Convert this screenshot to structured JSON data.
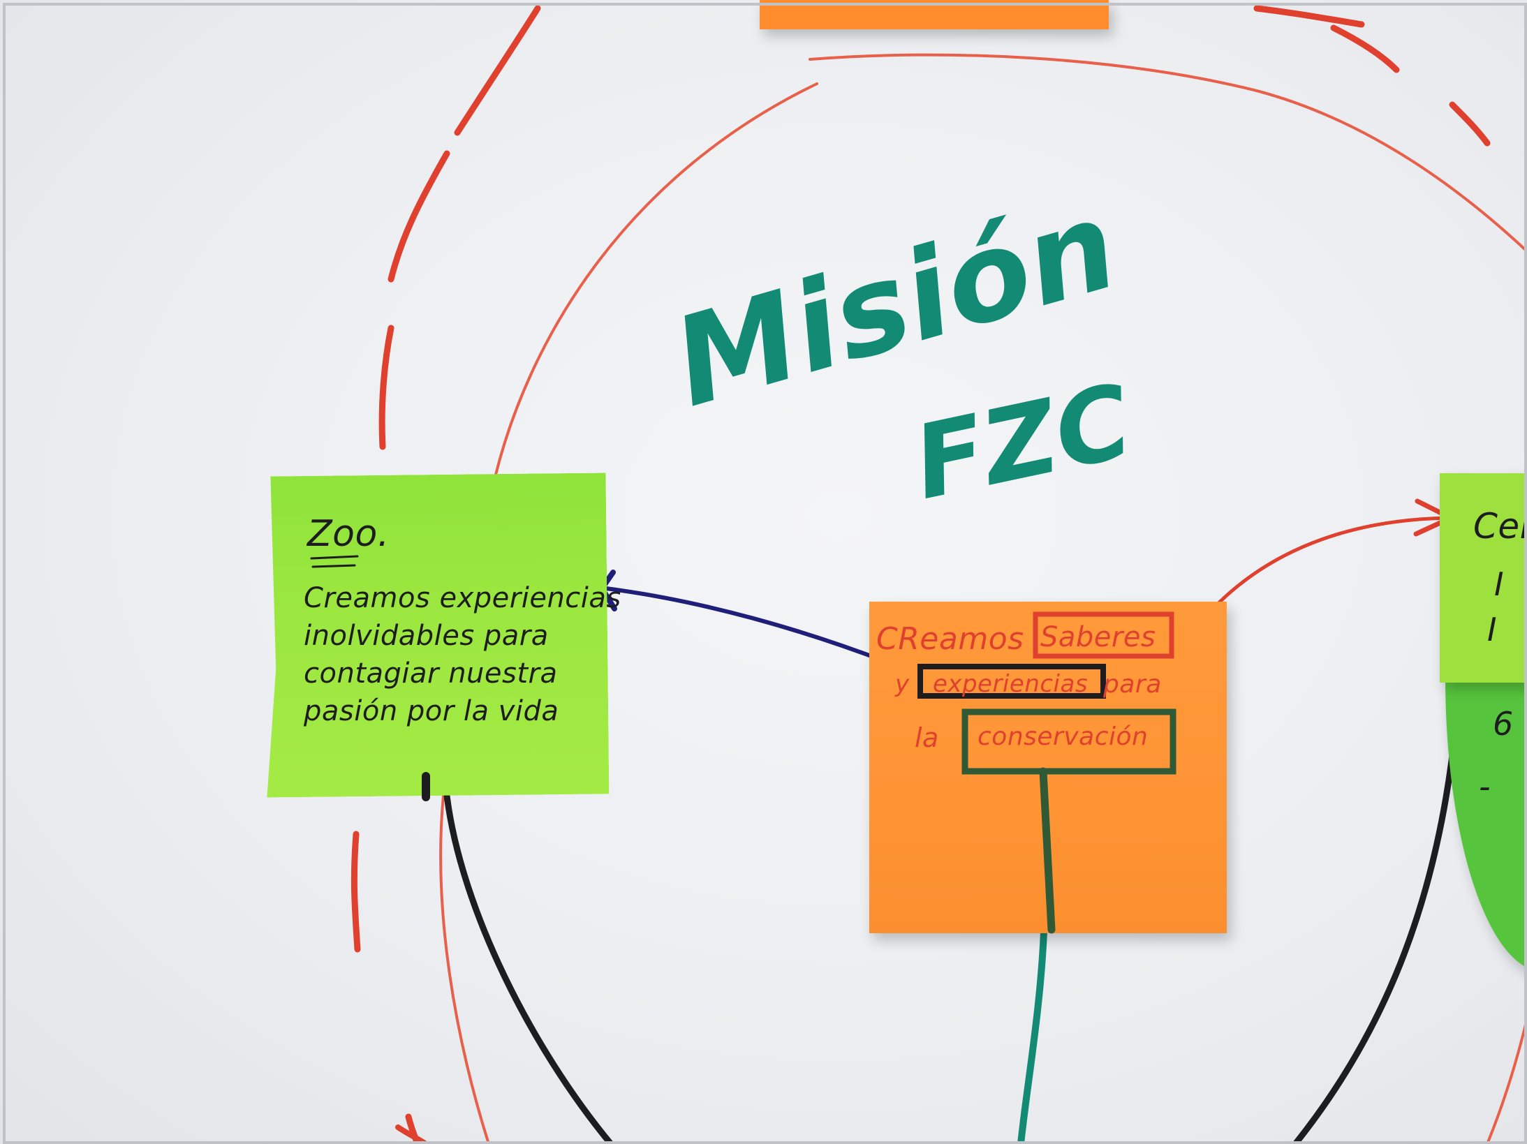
{
  "board": {
    "title_line1": "Misión",
    "title_line2": "FZC"
  },
  "notes": {
    "zoo": {
      "heading": "Zoo.",
      "body_lines": [
        "Creamos experiencias",
        "inolvidables para",
        "contagiar nuestra",
        "pasión por la vida"
      ]
    },
    "center": {
      "word_1": "CReamos",
      "word_saberes": "Saberes",
      "word_y": "y",
      "word_experiencias": "experiencias",
      "word_para": "para",
      "word_la": "la",
      "word_conservacion": "conservación"
    },
    "right": {
      "line_1": "Cen",
      "line_2": "I",
      "line_3": "I",
      "line_4": "6",
      "line_5": "-"
    }
  },
  "colors": {
    "note_green": "#9be73f",
    "note_orange": "#ff9435",
    "note_dark_green": "#56c53d",
    "marker_teal": "#128a74",
    "marker_red": "#e0402e",
    "marker_black": "#1d1d1f",
    "marker_navy": "#1f1f7a",
    "marker_dark_green": "#2f5a35"
  }
}
